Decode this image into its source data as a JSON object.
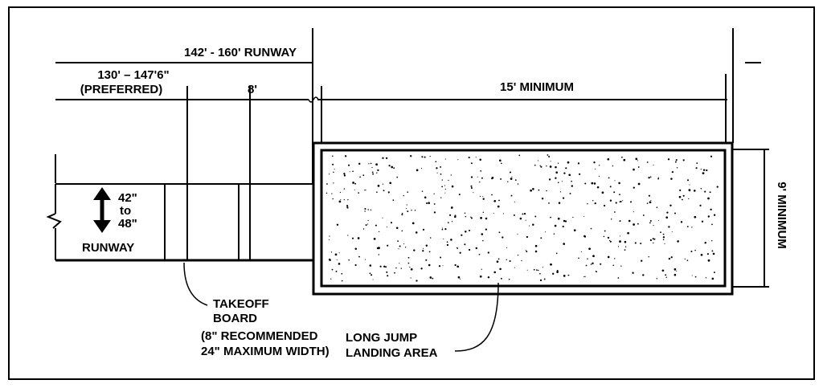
{
  "labels": {
    "runway_total": "142' - 160' RUNWAY",
    "preferred_line1": "130' – 147'6\"",
    "preferred_line2": "(PREFERRED)",
    "board_gap": "8'",
    "landing_length": "15' MINIMUM",
    "landing_width": "9' MINIMUM",
    "runway_width_top": "42\"",
    "runway_width_mid": "to",
    "runway_width_bottom": "48\"",
    "runway": "RUNWAY",
    "takeoff_line1": "TAKEOFF",
    "takeoff_line2": "BOARD",
    "takeoff_line3": "(8\" RECOMMENDED",
    "takeoff_line4": "24\" MAXIMUM WIDTH)",
    "landing_line1": "LONG JUMP",
    "landing_line2": "LANDING AREA"
  }
}
